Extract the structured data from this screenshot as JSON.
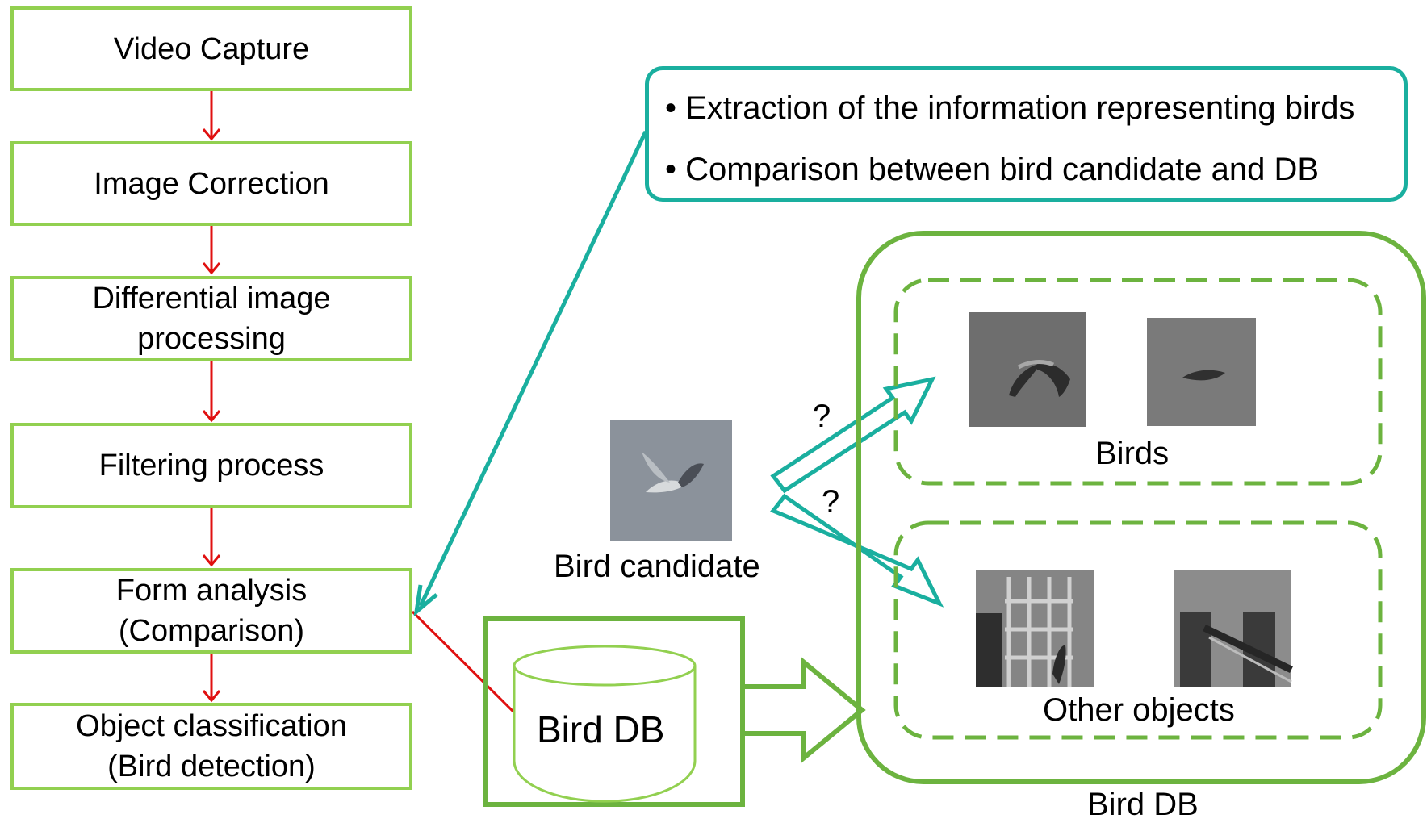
{
  "flow_steps": [
    {
      "lines": [
        "Video Capture"
      ]
    },
    {
      "lines": [
        "Image Correction"
      ]
    },
    {
      "lines": [
        "Differential image",
        "processing"
      ]
    },
    {
      "lines": [
        "Filtering process"
      ]
    },
    {
      "lines": [
        "Form analysis",
        "(Comparison)"
      ]
    },
    {
      "lines": [
        "Object classification",
        "(Bird detection)"
      ]
    }
  ],
  "info_box": {
    "bullets": [
      "• Extraction of the information representing birds",
      "• Comparison between bird candidate and DB"
    ]
  },
  "candidate": {
    "label": "Bird candidate"
  },
  "bird_db_cylinder": {
    "label": "Bird DB"
  },
  "db_panel": {
    "birds_group": {
      "label": "Birds"
    },
    "others_group": {
      "label": "Other objects"
    },
    "caption": "Bird DB"
  },
  "question_marks": [
    "?",
    "?"
  ],
  "colors": {
    "flow_border": "#92d050",
    "flow_arrow": "#e01010",
    "teal": "#1aaf9f",
    "db_green": "#6cb33f",
    "db_light": "#92d050"
  }
}
